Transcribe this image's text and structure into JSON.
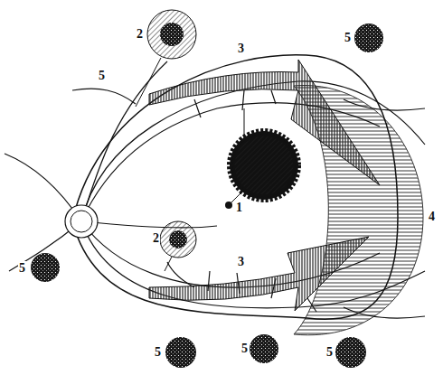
{
  "diagram": {
    "labels": [
      "2",
      "5",
      "5",
      "3",
      "1",
      "2",
      "3",
      "4",
      "5",
      "5",
      "5",
      "5"
    ]
  }
}
